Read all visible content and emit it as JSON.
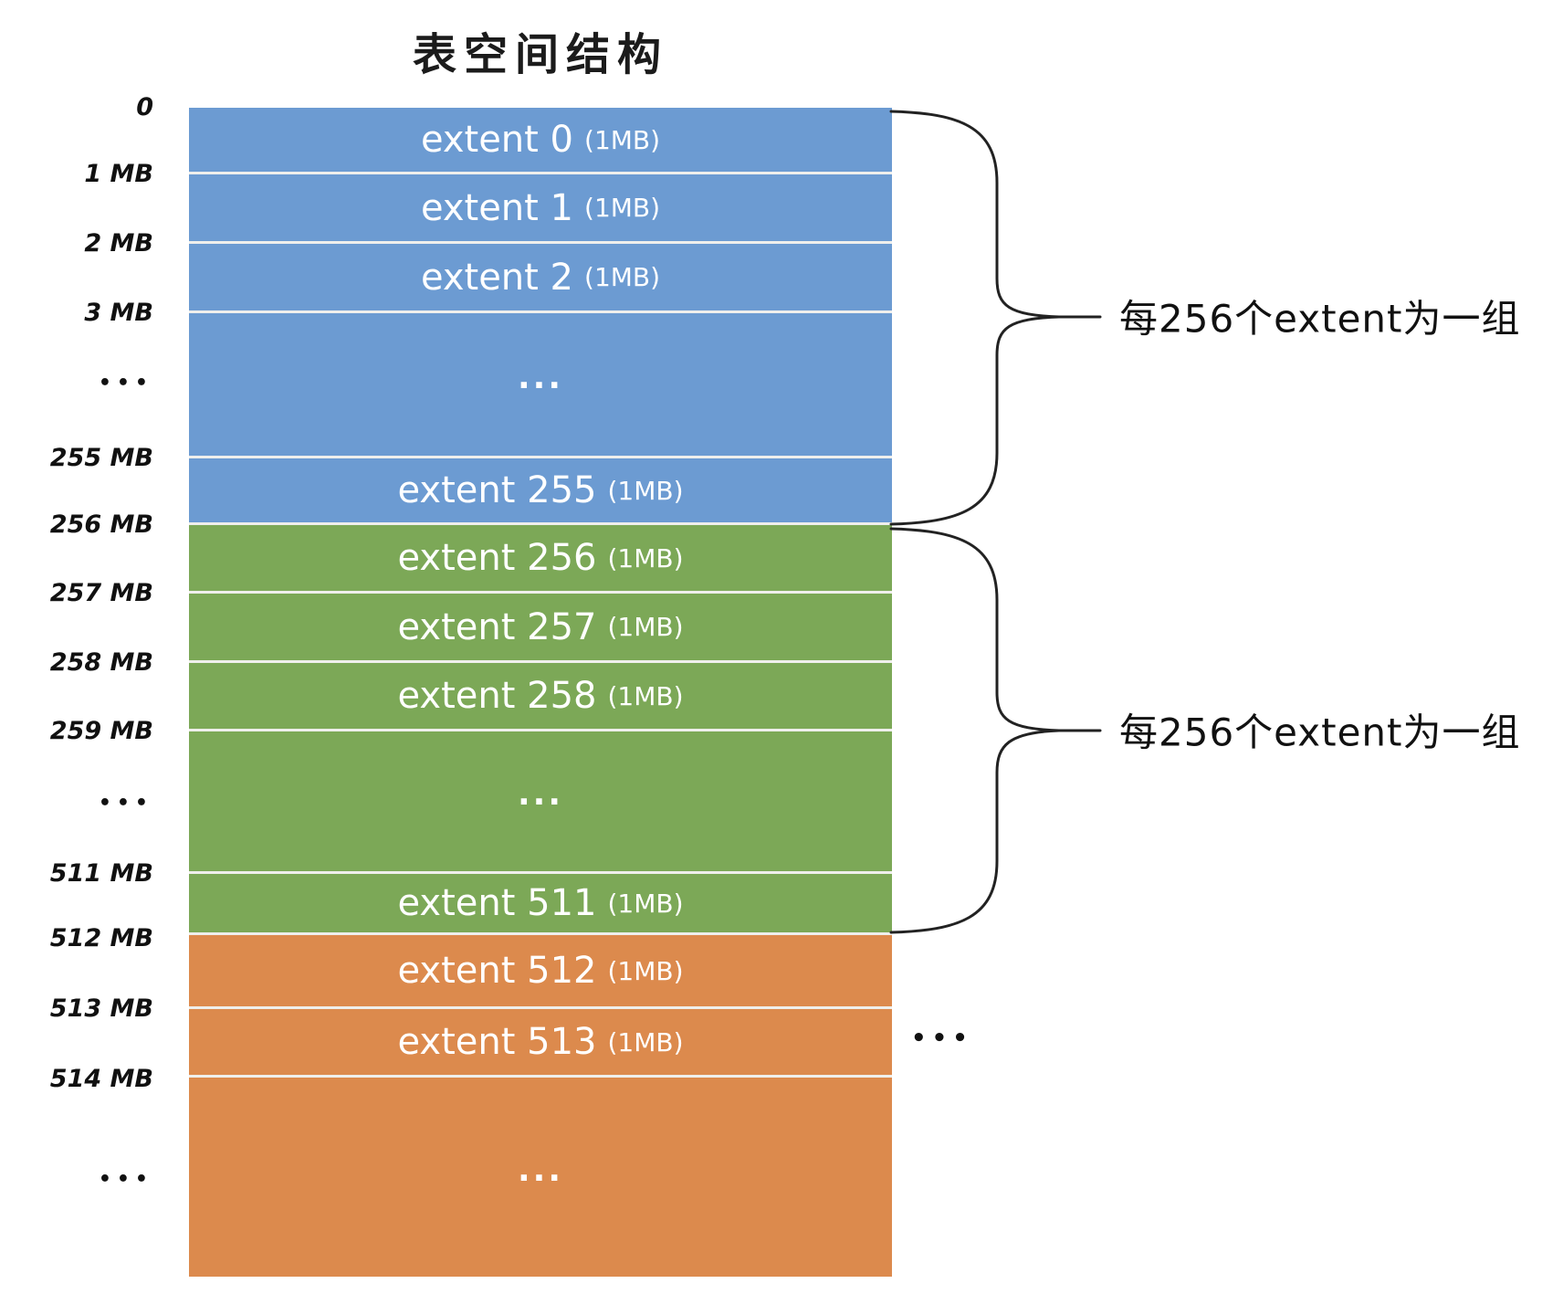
{
  "title": "表空间结构",
  "colors": {
    "group1_blue": "#6c9bd2",
    "group2_green": "#7ca857",
    "group3_orange": "#dc8a4d",
    "separator": "#efefec",
    "text_dark": "#111111",
    "text_light": "#ffffff"
  },
  "markers": [
    "0",
    "1 MB",
    "2 MB",
    "3 MB",
    "•••",
    "255 MB",
    "256 MB",
    "257 MB",
    "258 MB",
    "259 MB",
    "•••",
    "511 MB",
    "512 MB",
    "513 MB",
    "514 MB",
    "•••"
  ],
  "rows": [
    {
      "label": "extent 0",
      "size": "(1MB)"
    },
    {
      "label": "extent 1",
      "size": "(1MB)"
    },
    {
      "label": "extent 2",
      "size": "(1MB)"
    },
    {
      "label": "..."
    },
    {
      "label": "extent 255",
      "size": "(1MB)"
    },
    {
      "label": "extent 256",
      "size": "(1MB)"
    },
    {
      "label": "extent 257",
      "size": "(1MB)"
    },
    {
      "label": "extent 258",
      "size": "(1MB)"
    },
    {
      "label": "..."
    },
    {
      "label": "extent 511",
      "size": "(1MB)"
    },
    {
      "label": "extent 512",
      "size": "(1MB)"
    },
    {
      "label": "extent 513",
      "size": "(1MB)"
    },
    {
      "label": "..."
    }
  ],
  "braces": [
    {
      "label": "每256个extent为一组"
    },
    {
      "label": "每256个extent为一组"
    }
  ],
  "right_ellipsis": "•••"
}
